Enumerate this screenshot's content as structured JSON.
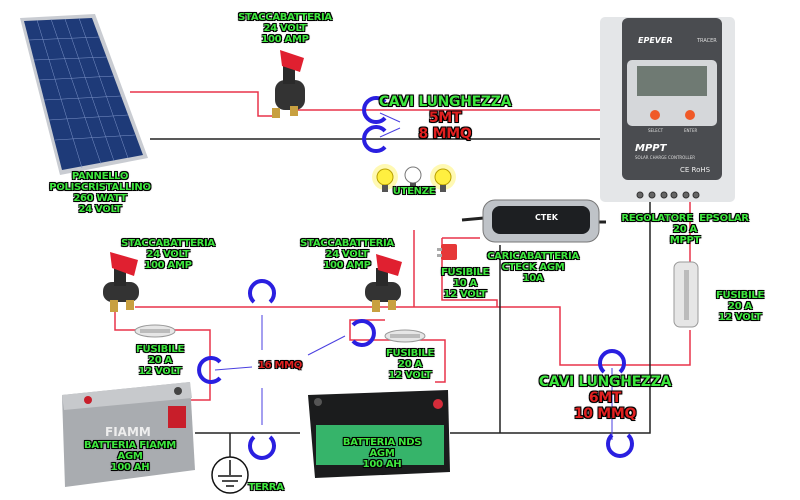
{
  "colors": {
    "positive_wire": "#e8344a",
    "negative_wire": "#222222",
    "loop": "#2a1fe0",
    "label_text": "#3ee83e",
    "label_value_red": "#e02020"
  },
  "solar_panel": {
    "lines": [
      "PANNELLO",
      "POLISCRISTALLINO",
      "260 WATT",
      "24 VOLT"
    ]
  },
  "switch_top": {
    "lines": [
      "STACCABATTERIA",
      "24 VOLT",
      "100 AMP"
    ]
  },
  "cable_top": {
    "title": "CAVI LUNGHEZZA",
    "length": "5MT",
    "section": "8 MMQ"
  },
  "loads": {
    "label": "UTENZE",
    "icon": "light-bulb-icon"
  },
  "controller": {
    "brand": "EPEVER",
    "model": "TRACER",
    "title": "MPPT",
    "subtitle": "SOLAR CHARGE CONTROLLER",
    "buttons": [
      "SELECT",
      "ENTER"
    ],
    "marks": "CE RoHS",
    "lines": [
      "REGOLATORE  EPSOLAR",
      "20 A",
      "MPPT"
    ]
  },
  "charger": {
    "brand": "CTEK",
    "lines": [
      "CARICABATTERIA",
      "CTECK AGM",
      "10A"
    ]
  },
  "fuse_charger": {
    "lines": [
      "FUSIBILE",
      "10 A",
      "12 VOLT"
    ]
  },
  "fuse_controller": {
    "lines": [
      "FUSIBILE",
      "20 A",
      "12 VOLT"
    ]
  },
  "switch_left": {
    "lines": [
      "STACCABATTERIA",
      "24 VOLT",
      "100 AMP"
    ]
  },
  "switch_mid": {
    "lines": [
      "STACCABATTERIA",
      "24 VOLT",
      "100 AMP"
    ]
  },
  "fuse_left": {
    "lines": [
      "FUSIBILE",
      "20 A",
      "12 VOLT"
    ]
  },
  "fuse_mid": {
    "lines": [
      "FUSIBILE",
      "20 A",
      "12 VOLT"
    ]
  },
  "battery_cable": {
    "section": "16 MMQ"
  },
  "battery_fiamm": {
    "brand": "FIAMM",
    "lines": [
      "BATTERIA FIAMM",
      "AGM",
      "100 AH"
    ]
  },
  "battery_nds": {
    "lines": [
      "BATTERIA NDS",
      "AGM",
      "100 AH"
    ]
  },
  "ground": {
    "label": "TERRA",
    "icon": "ground-icon"
  },
  "cable_bottom": {
    "title": "CAVI LUNGHEZZA",
    "length": "6MT",
    "section": "10 MMQ"
  }
}
